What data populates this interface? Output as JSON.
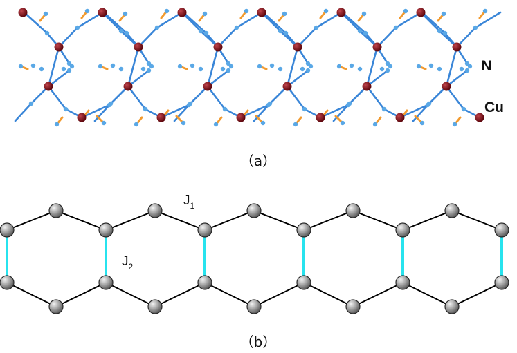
{
  "panel_a": {
    "label": "（a）",
    "legend": {
      "n": "N",
      "cu": "Cu"
    },
    "colors": {
      "cu": "#7a0d14",
      "n": "#5aa8e6",
      "bond": "#3a86d8",
      "carbon": "#f29a2e"
    }
  },
  "panel_b": {
    "label": "（b）",
    "j1": {
      "main": "J",
      "sub": "1"
    },
    "j2": {
      "main": "J",
      "sub": "2"
    },
    "colors": {
      "node": "#8c8c8c",
      "edge": "#000000",
      "rung": "#27e3ee"
    }
  }
}
